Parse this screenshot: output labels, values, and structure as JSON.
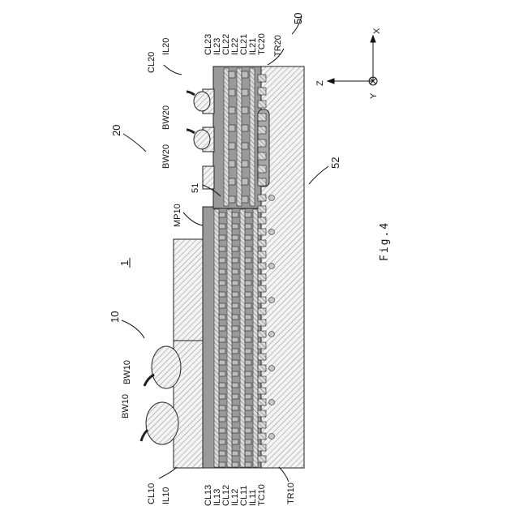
{
  "figure": {
    "caption": "Fig.4",
    "device_label": "1",
    "axes": {
      "x": "X",
      "y": "Y",
      "z": "Z"
    },
    "labels": {
      "module10": "10",
      "module20": "20",
      "module50": "50",
      "label51": "51",
      "label52": "52",
      "mp10": "MP10",
      "bw10_a": "BW10",
      "bw10_b": "BW10",
      "bw20_a": "BW20",
      "bw20_b": "BW20",
      "cl10": "CL10",
      "il10": "IL10",
      "cl20": "CL20",
      "il20": "IL20",
      "tr10": "TR10",
      "tr20": "TR20"
    },
    "stack_bottom": [
      "CL13",
      "IL13",
      "CL12",
      "IL12",
      "CL11",
      "IL11",
      "TC10"
    ],
    "stack_top": [
      "CL23",
      "IL23",
      "CL22",
      "IL22",
      "CL21",
      "IL21",
      "TC20"
    ]
  }
}
